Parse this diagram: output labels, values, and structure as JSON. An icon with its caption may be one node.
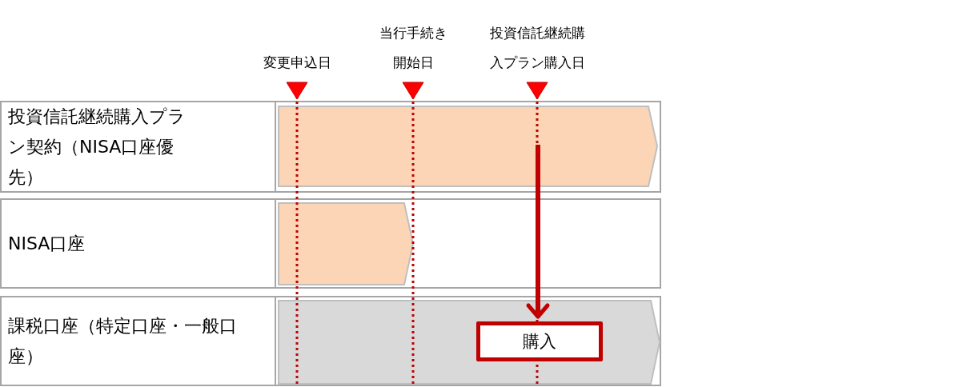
{
  "diagram": {
    "nodes": [
      {
        "text": [
          "投資信託継続購入プラン契約（NISA口座優先）"
        ]
      },
      {
        "text": [],
        "shape": "bar",
        "in": 0
      },
      {
        "text": [
          "NISA口座"
        ]
      },
      {
        "text": [],
        "shape": "bar",
        "in": 2
      },
      {
        "text": [
          "課税口座（特定口座・一般口座）"
        ]
      },
      {
        "text": [],
        "shape": "bar",
        "in": 4
      },
      {
        "text": [
          "購入"
        ],
        "in": 5
      }
    ],
    "edges": [
      {
        "from": 1,
        "to": 6,
        "arrow": "to",
        "color": "#c00000"
      }
    ],
    "labels": [
      "変更申込日",
      "当行手続き開始日",
      "投資信託継続購入プラン購入日"
    ]
  }
}
